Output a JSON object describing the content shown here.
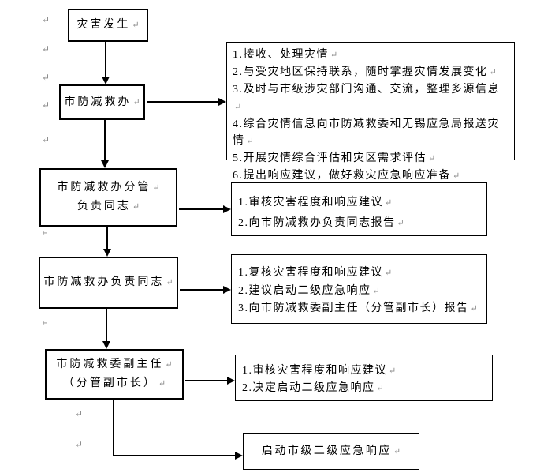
{
  "marks": {
    "pilcrow": "↵"
  },
  "flow": {
    "nodes": [
      {
        "lines": [
          "灾害发生"
        ]
      },
      {
        "lines": [
          "市防减救办"
        ]
      },
      {
        "lines": [
          "市防减救办分管",
          "负责同志"
        ]
      },
      {
        "lines": [
          "市防减救办负责同志"
        ]
      },
      {
        "lines": [
          "市防减救委副主任",
          "（分管副市长）"
        ]
      }
    ],
    "details": [
      {
        "lines": [
          "1.接收、处理灾情",
          "2.与受灾地区保持联系，随时掌握灾情发展变化",
          "3.及时与市级涉灾部门沟通、交流，整理多源信息",
          "4.综合灾情信息向市防减救委和无锡应急局报送灾情",
          "5.开展灾情综合评估和灾区需求评估",
          "6.提出响应建议，做好救灾应急响应准备"
        ]
      },
      {
        "lines": [
          "1.审核灾害程度和响应建议",
          "2.向市防减救办负责同志报告"
        ]
      },
      {
        "lines": [
          "1.复核灾害程度和响应建议",
          "2.建议启动二级应急响应",
          "3.向市防减救委副主任（分管副市长）报告"
        ]
      },
      {
        "lines": [
          "1.审核灾害程度和响应建议",
          "2.决定启动二级应急响应"
        ]
      }
    ],
    "result": {
      "lines": [
        "启动市级二级应急响应"
      ]
    }
  }
}
